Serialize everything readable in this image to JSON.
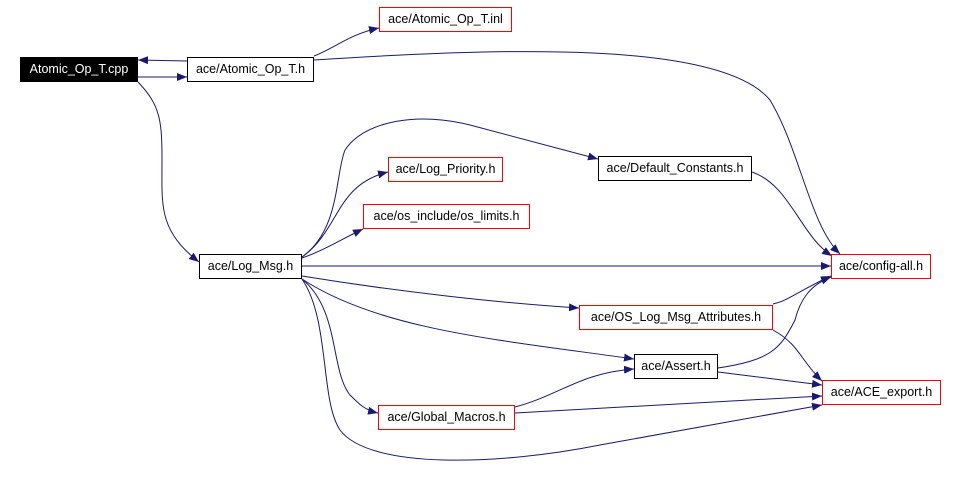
{
  "colors": {
    "edge": "#191970",
    "missing_border": "#ff0000",
    "normal_border": "#000000",
    "root_fill": "#000000"
  },
  "nodes": {
    "root": "Atomic_Op_T.cpp",
    "atomic_op_h": "ace/Atomic_Op_T.h",
    "atomic_op_inl": "ace/Atomic_Op_T.inl",
    "default_constants": "ace/Default_Constants.h",
    "log_priority": "ace/Log_Priority.h",
    "os_limits": "ace/os_include/os_limits.h",
    "log_msg": "ace/Log_Msg.h",
    "config_all": "ace/config-all.h",
    "os_log_msg_attributes": "ace/OS_Log_Msg_Attributes.h",
    "assert": "ace/Assert.h",
    "ace_export": "ace/ACE_export.h",
    "global_macros": "ace/Global_Macros.h"
  },
  "edges": [
    {
      "from": "ace/Atomic_Op_T.h",
      "to": "Atomic_Op_T.cpp"
    },
    {
      "from": "Atomic_Op_T.cpp",
      "to": "ace/Atomic_Op_T.h"
    },
    {
      "from": "ace/Atomic_Op_T.h",
      "to": "ace/Atomic_Op_T.inl"
    },
    {
      "from": "ace/Atomic_Op_T.h",
      "to": "ace/config-all.h"
    },
    {
      "from": "Atomic_Op_T.cpp",
      "to": "ace/Log_Msg.h"
    },
    {
      "from": "ace/Log_Msg.h",
      "to": "ace/Default_Constants.h"
    },
    {
      "from": "ace/Log_Msg.h",
      "to": "ace/Log_Priority.h"
    },
    {
      "from": "ace/Log_Msg.h",
      "to": "ace/os_include/os_limits.h"
    },
    {
      "from": "ace/Log_Msg.h",
      "to": "ace/config-all.h"
    },
    {
      "from": "ace/Log_Msg.h",
      "to": "ace/OS_Log_Msg_Attributes.h"
    },
    {
      "from": "ace/Log_Msg.h",
      "to": "ace/Assert.h"
    },
    {
      "from": "ace/Log_Msg.h",
      "to": "ace/Global_Macros.h"
    },
    {
      "from": "ace/Log_Msg.h",
      "to": "ace/ACE_export.h"
    },
    {
      "from": "ace/Default_Constants.h",
      "to": "ace/config-all.h"
    },
    {
      "from": "ace/OS_Log_Msg_Attributes.h",
      "to": "ace/config-all.h"
    },
    {
      "from": "ace/OS_Log_Msg_Attributes.h",
      "to": "ace/ACE_export.h"
    },
    {
      "from": "ace/Assert.h",
      "to": "ace/config-all.h"
    },
    {
      "from": "ace/Assert.h",
      "to": "ace/ACE_export.h"
    },
    {
      "from": "ace/Global_Macros.h",
      "to": "ace/Assert.h"
    },
    {
      "from": "ace/Global_Macros.h",
      "to": "ace/ACE_export.h"
    }
  ]
}
